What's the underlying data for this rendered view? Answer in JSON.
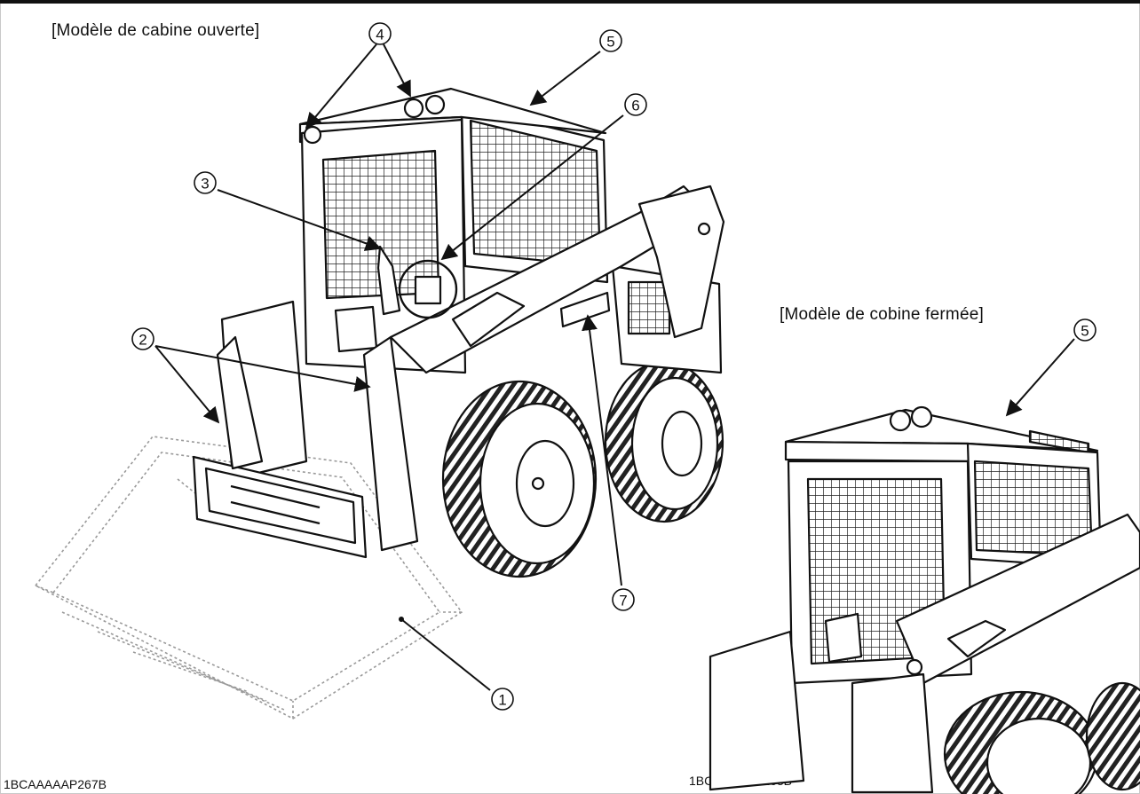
{
  "labels": {
    "open_cabin": "[Modèle de cabine ouverte]",
    "closed_cabin": "[Modèle de cobine fermée]"
  },
  "codes": {
    "left": "1BCAAAAAP267B",
    "right": "1BCAAAAAP268B"
  },
  "callouts": {
    "c1": "1",
    "c2": "2",
    "c3": "3",
    "c4": "4",
    "c5_left": "5",
    "c6": "6",
    "c7": "7",
    "c5_right": "5"
  },
  "colors": {
    "line": "#111111",
    "bucket": "#9a9a9a",
    "background": "#ffffff"
  }
}
